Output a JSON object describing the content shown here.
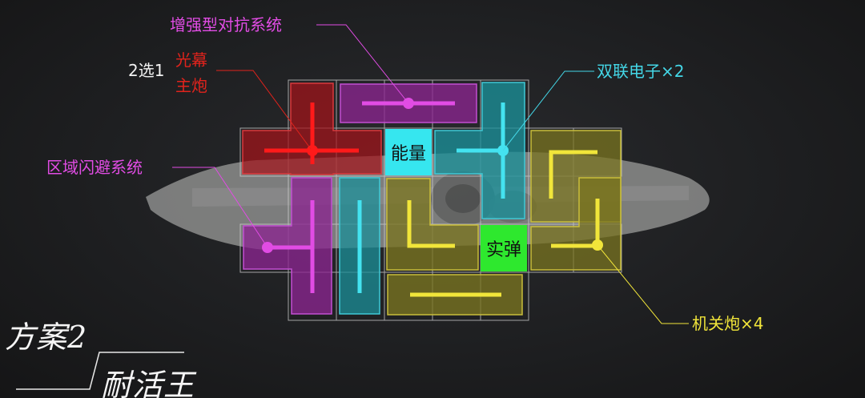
{
  "labels": {
    "enhanced_counter": "增强型对抗系统",
    "choose_prefix": "2选1",
    "light_curtain": "光幕",
    "main_cannon": "主炮",
    "area_evasion": "区域闪避系统",
    "twin_electronic": "双联电子×2",
    "machine_gun": "机关炮×4",
    "energy": "能量",
    "solid_ammo": "实弹"
  },
  "title": {
    "plan": "方案2",
    "name": "耐活王"
  },
  "colors": {
    "magenta": "#e14ce4",
    "red": "#e0231c",
    "cyan": "#44d7e7",
    "yellow": "#f1e53a",
    "energy_cell": "#36e6ef",
    "solid_cell": "#2ee82e"
  }
}
